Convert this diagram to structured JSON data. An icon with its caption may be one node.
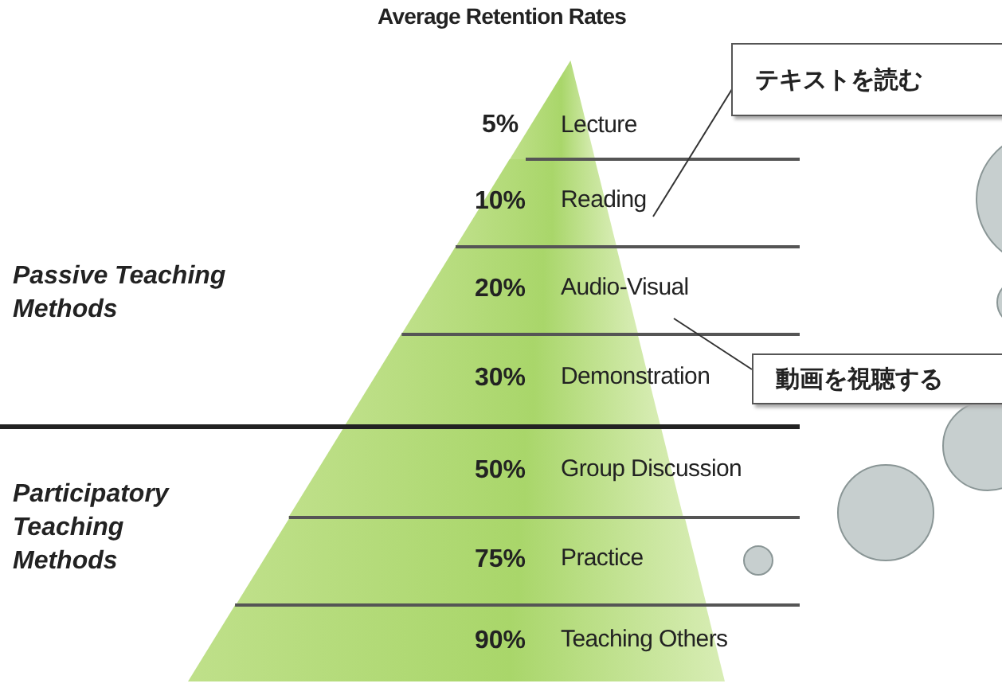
{
  "diagram": {
    "title": "Average Retention Rates",
    "nodes": [
      {
        "text": [
          "5%",
          "Lecture"
        ]
      },
      {
        "text": [
          "10%",
          "Reading"
        ]
      },
      {
        "text": [
          "20%",
          "Audio-Visual"
        ]
      },
      {
        "text": [
          "30%",
          "Demonstration"
        ]
      },
      {
        "text": [
          "50%",
          "Group Discussion"
        ]
      },
      {
        "text": [
          "75%",
          "Practice"
        ]
      },
      {
        "text": [
          "90%",
          "Teaching Others"
        ]
      },
      {
        "text": [
          "テキストを読む"
        ]
      },
      {
        "text": [
          "動画を視聴する"
        ]
      }
    ],
    "edges": [
      {
        "from": 7,
        "to": 1,
        "arrow": "none"
      },
      {
        "from": 8,
        "to": 2,
        "arrow": "none"
      }
    ],
    "labels": [
      "Passive Teaching Methods",
      "Participatory Teaching Methods"
    ]
  }
}
